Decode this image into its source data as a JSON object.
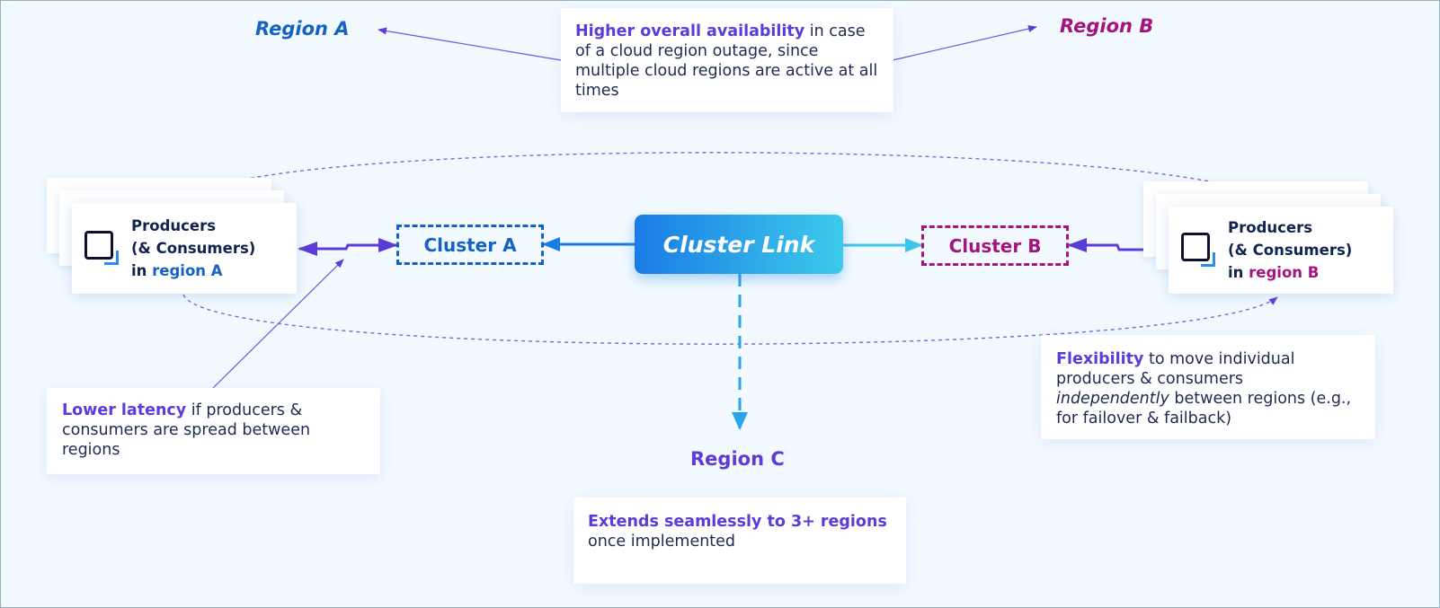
{
  "colors": {
    "region_a": "#1463c4",
    "region_b": "#a3147e",
    "accent_purple": "#5c3bd9",
    "link_gradient_start": "#1a7be6",
    "link_gradient_end": "#3ccbea",
    "text_dark": "#1f2a52"
  },
  "regions": {
    "a": "Region A",
    "b": "Region B",
    "c": "Region C"
  },
  "cluster_link": {
    "label": "Cluster Link"
  },
  "clusters": {
    "a": "Cluster A",
    "b": "Cluster B"
  },
  "producers": {
    "a": {
      "line1": "Producers",
      "line2": "(& Consumers)",
      "prefix": "in",
      "region": "region A"
    },
    "b": {
      "line1": "Producers",
      "line2": "(& Consumers)",
      "prefix": "in",
      "region": "region B"
    }
  },
  "notes": {
    "availability": {
      "bold": "Higher overall availability",
      "rest": " in case of a cloud region outage, since multiple cloud regions are active at all times"
    },
    "latency": {
      "bold": "Lower latency",
      "rest": " if producers & consumers are spread between regions"
    },
    "flexibility": {
      "bold": "Flexibility",
      "rest1": " to move individual producers & consumers ",
      "italic": "independently",
      "rest2": " between regions (e.g., for failover & failback)"
    },
    "extends": {
      "bold": "Extends seamlessly to 3+ regions",
      "rest": " once implemented"
    }
  },
  "icons": {
    "producer": "app-window-icon"
  }
}
